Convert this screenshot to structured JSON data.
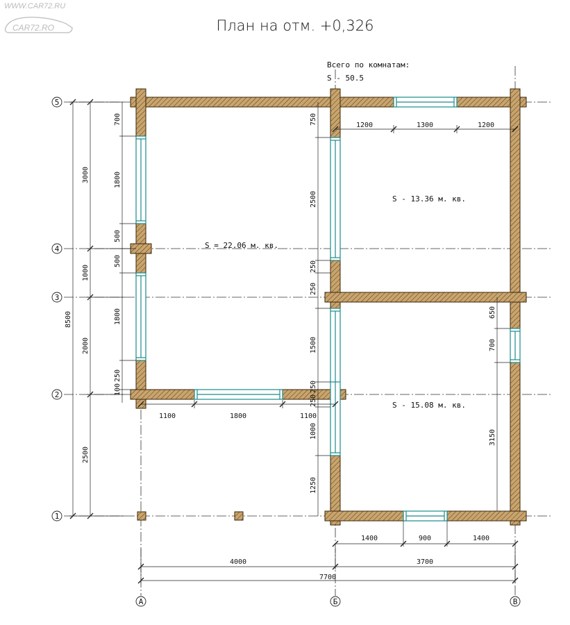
{
  "watermark": {
    "top": "WWW.CAR72.RU",
    "logo": "CAR72.RO"
  },
  "title": "План на отм. +0,326",
  "total": {
    "label": "Всего по комнатам:",
    "value": "S  -  50.5"
  },
  "rooms": [
    {
      "area": "S  =  22.06 м. кв."
    },
    {
      "area": "S  -  13.36 м. кв."
    },
    {
      "area": "S  -  15.08 м. кв."
    }
  ],
  "axes": {
    "rows": [
      "5",
      "4",
      "3",
      "2",
      "1"
    ],
    "cols": [
      "А",
      "Б",
      "В"
    ]
  },
  "dimensions": {
    "left_outer": {
      "d_5_4": "3000",
      "d_4_3": "1000",
      "d_3_2": "2000",
      "d_2_1": "2500",
      "total": "8500"
    },
    "left_wall": {
      "seg1": "700",
      "win1": "1800",
      "pier1": "500",
      "pier2": "500",
      "win2": "1800",
      "seg2": "250",
      "seg3": "100"
    },
    "mid_wall": {
      "seg1": "750",
      "seg2": "2500",
      "seg3": "250",
      "seg4": "250",
      "seg5": "1500",
      "seg6": "250",
      "seg7": "250",
      "seg8": "1000",
      "seg9": "1250"
    },
    "top_window": {
      "left": "1200",
      "win": "1300",
      "right": "1200"
    },
    "bottom_window": {
      "left": "1400",
      "win": "900",
      "right": "1400"
    },
    "mid_bottom_window": {
      "left": "1100",
      "win": "1800",
      "right": "1100"
    },
    "right_wall": {
      "upper": "650",
      "win": "700",
      "lower": "3150"
    },
    "bottom": {
      "left": "4000",
      "right": "3700",
      "total": "7700"
    }
  }
}
